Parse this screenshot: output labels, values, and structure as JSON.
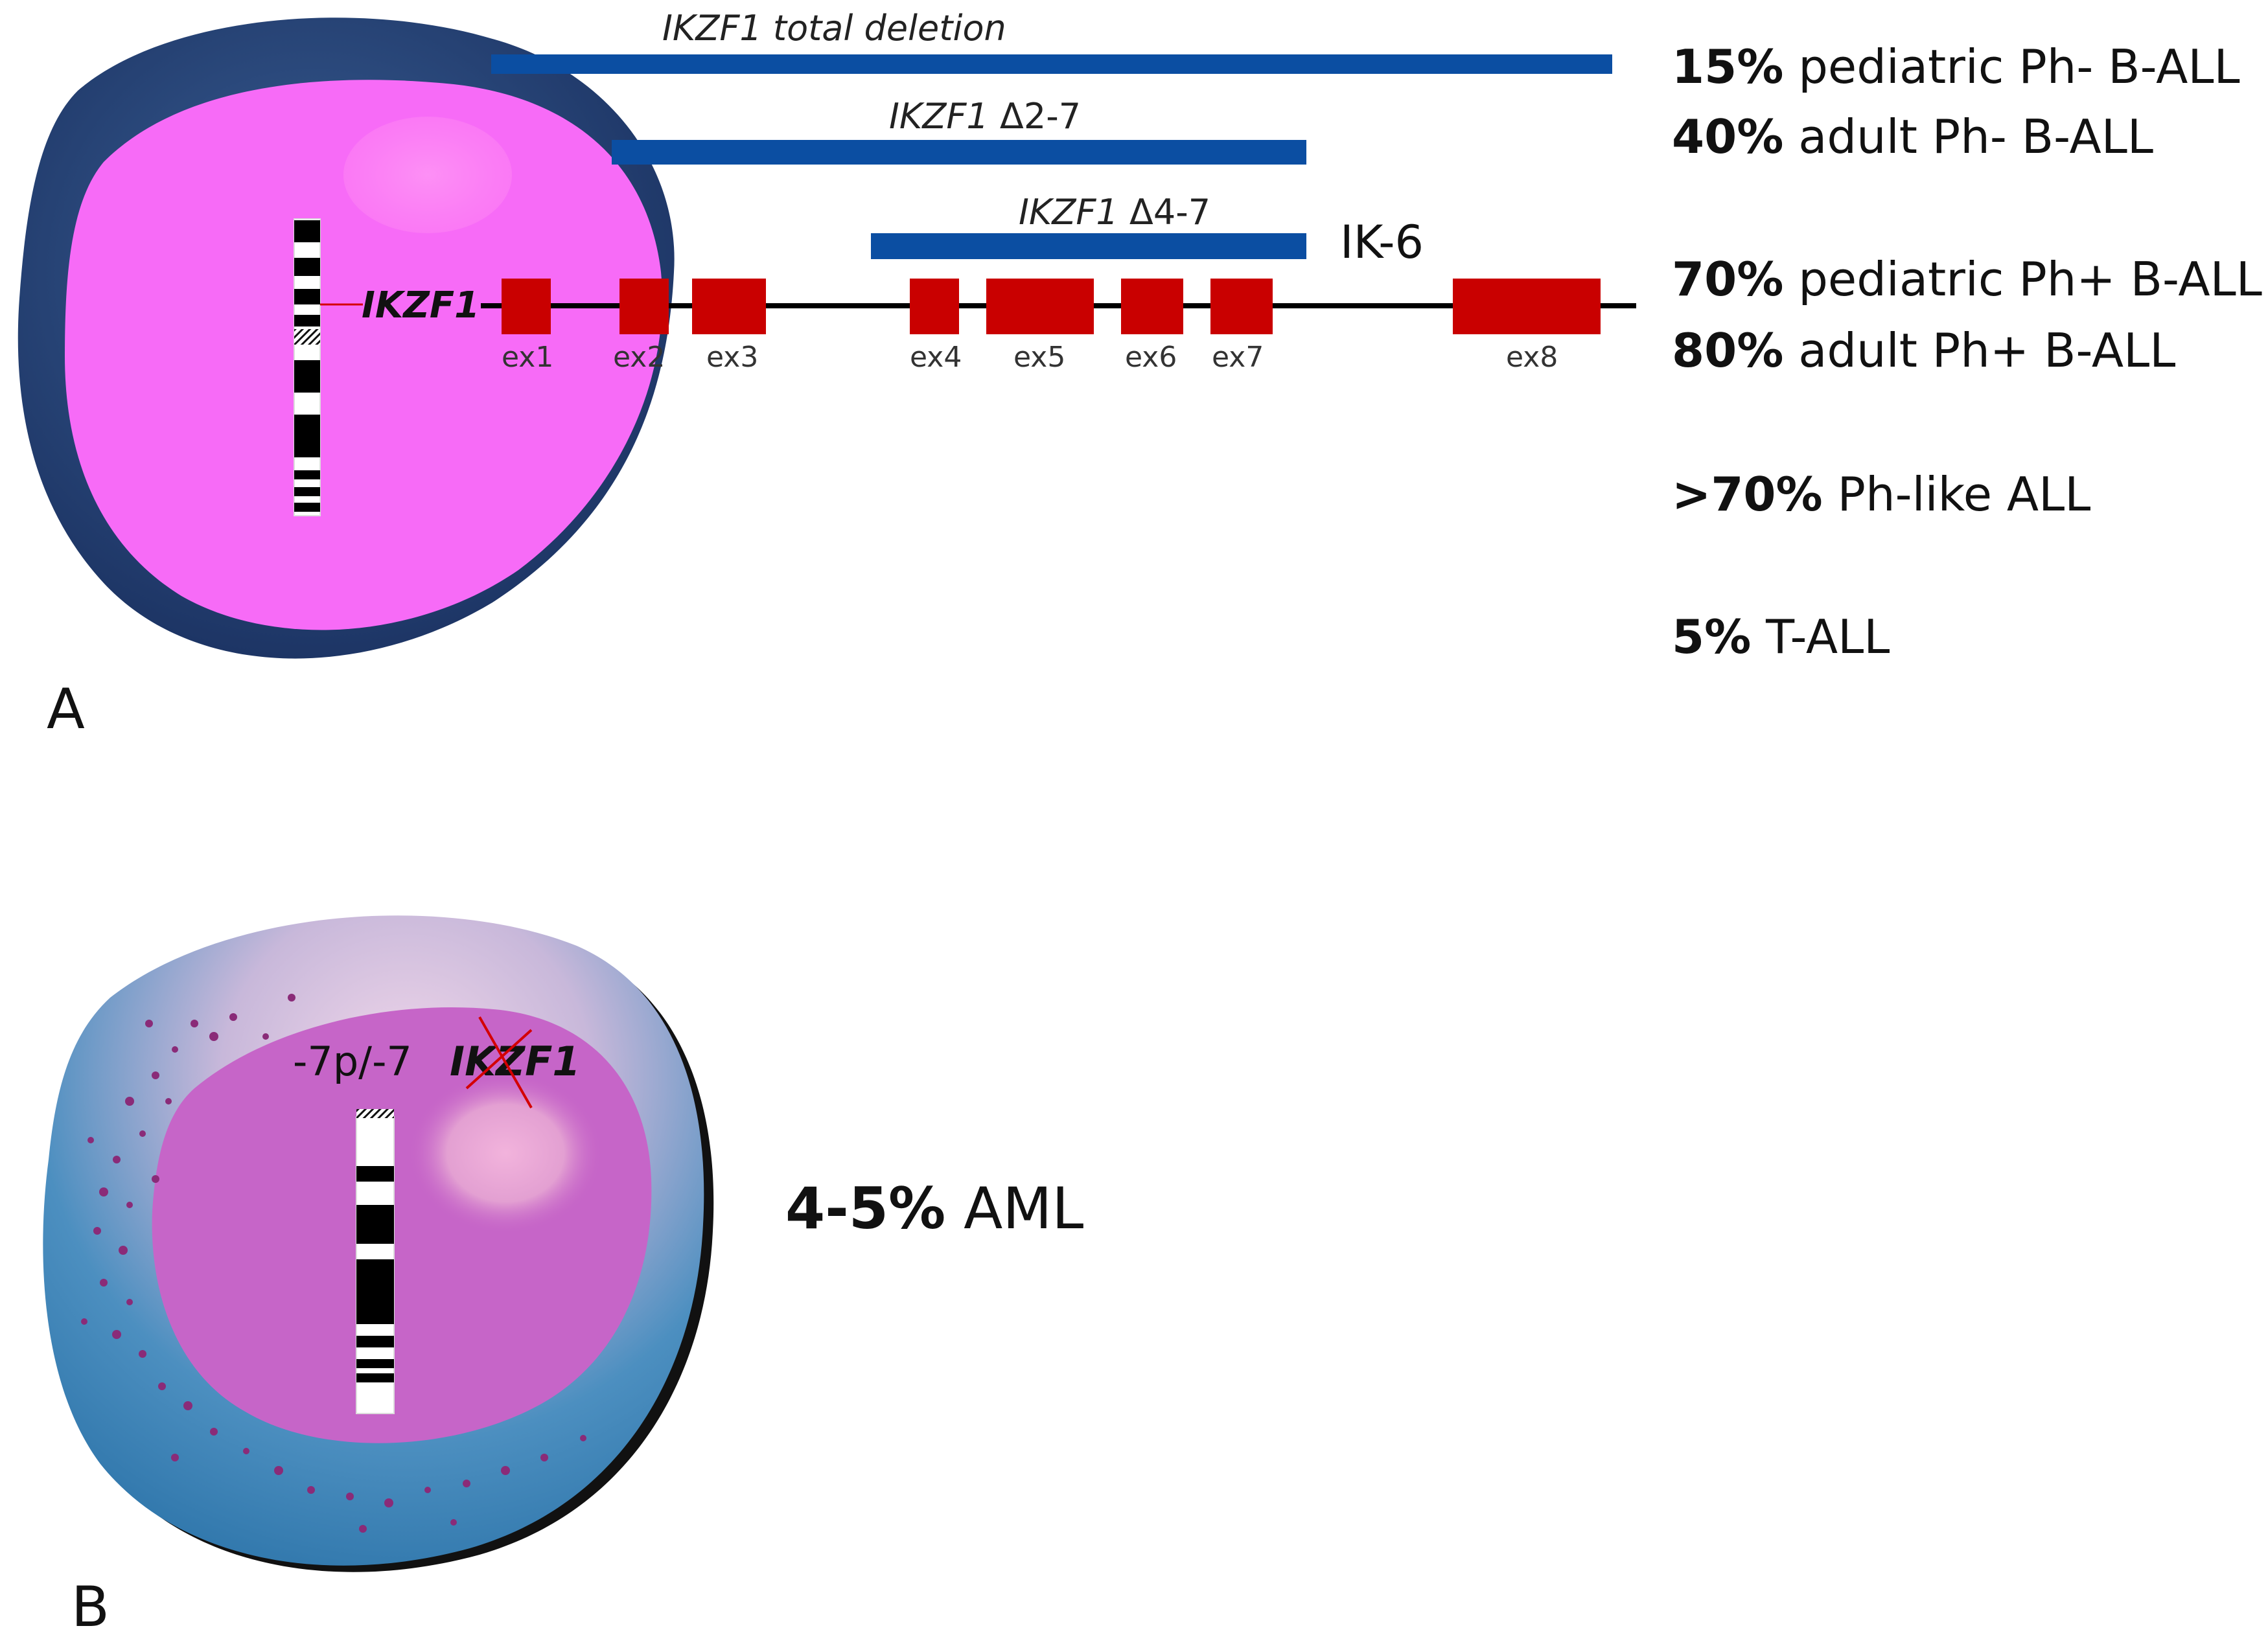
{
  "panel_a": {
    "letter": "A",
    "gene": "IKZF1",
    "deletions": [
      {
        "label_italic": "IKZF1 total deletion",
        "label_suffix": ""
      },
      {
        "label_italic": "IKZF1",
        "label_suffix": " Δ2-7"
      },
      {
        "label_italic": "IKZF1",
        "label_suffix": " Δ4-7"
      }
    ],
    "isoform_label": "IK-6",
    "exons": [
      "ex1",
      "ex2",
      "ex3",
      "ex4",
      "ex5",
      "ex6",
      "ex7",
      "ex8"
    ],
    "frequencies": [
      {
        "pct": "15%",
        "text": " pediatric Ph- B-ALL"
      },
      {
        "pct": "40%",
        "text": " adult Ph- B-ALL"
      },
      {
        "pct": "70%",
        "text": " pediatric Ph+ B-ALL"
      },
      {
        "pct": "80%",
        "text": " adult Ph+ B-ALL"
      },
      {
        "pct": ">70%",
        "text": " Ph-like ALL"
      },
      {
        "pct": "5%",
        "text": " T-ALL"
      }
    ]
  },
  "panel_b": {
    "letter": "B",
    "chromosome_label": "-7p/-7",
    "gene": "IKZF1",
    "frequency": {
      "pct": "4-5%",
      "text": " AML"
    }
  },
  "colors": {
    "deletion_bar": "#0b4ea2",
    "exon": "#c90000",
    "cell_a_nucleus": "#f76bf7",
    "cell_a_membrane": "#27467a",
    "cell_b_nucleus": "#c665c8",
    "cell_b_membrane": "#3f86b8",
    "granule": "#8a2b78"
  }
}
